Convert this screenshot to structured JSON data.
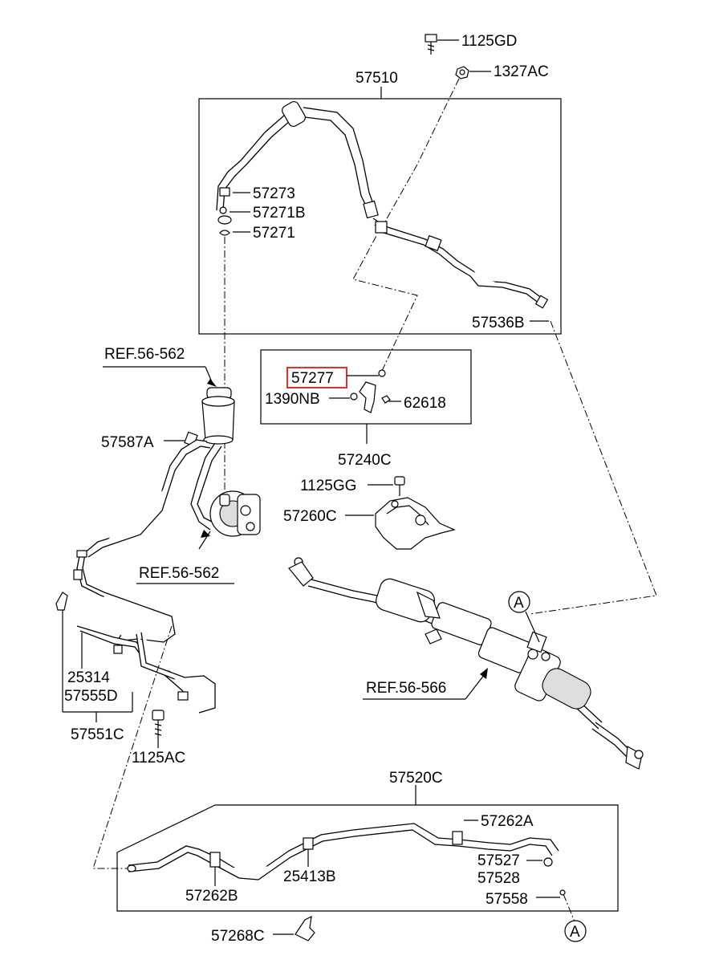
{
  "labels": {
    "p1125GD": "1125GD",
    "p1327AC": "1327AC",
    "p57510": "57510",
    "p57273": "57273",
    "p57271B": "57271B",
    "p57271": "57271",
    "p57536B": "57536B",
    "ref56562_top": "REF.56-562",
    "p57277": "57277",
    "p1390NB": "1390NB",
    "p62618": "62618",
    "p57240C": "57240C",
    "p57587A": "57587A",
    "p1125GG": "1125GG",
    "p57260C": "57260C",
    "ref56562_bottom": "REF.56-562",
    "circleA_top": "A",
    "p25314": "25314",
    "p57555D": "57555D",
    "ref56566": "REF.56-566",
    "p57551C": "57551C",
    "p1125AC": "1125AC",
    "p57520C": "57520C",
    "p57262A": "57262A",
    "p57527": "57527",
    "p57528": "57528",
    "p57262B": "57262B",
    "p25413B": "25413B",
    "p57558": "57558",
    "circleA_bottom": "A",
    "p57268C": "57268C"
  },
  "highlight": {
    "part": "57277",
    "color": "#e0312f"
  }
}
